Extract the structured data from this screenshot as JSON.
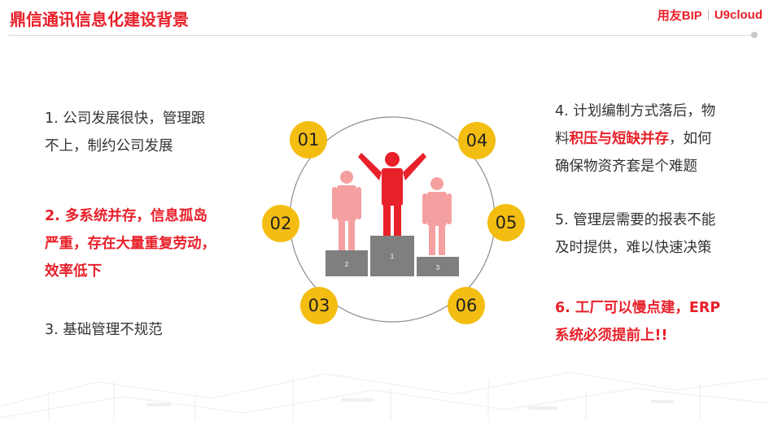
{
  "header": {
    "title": "鼎信通讯信息化建设背景",
    "logo": {
      "brand1": "用友BIP",
      "brand2": "U9cloud"
    }
  },
  "left_items": [
    {
      "lines": [
        "1. 公司发展很快，管理跟",
        "不上，制约公司发展"
      ]
    },
    {
      "lines": [
        "2. 多系统并存，信息孤岛",
        "严重，存在大量重复劳动，",
        "效率低下"
      ]
    },
    {
      "lines": [
        "3. 基础管理不规范"
      ]
    }
  ],
  "right_items": [
    {
      "line1": "4. 计划编制方式落后，物",
      "line2_pre": "料",
      "line2_highlight": "积压与短缺并存",
      "line2_post": "，如何",
      "line3": "确保物资齐套是个难题"
    },
    {
      "lines": [
        "5. 管理层需要的报表不能",
        "及时提供，难以快速决策"
      ]
    },
    {
      "lines": [
        "6. 工厂可以慢点建，ERP",
        "系统必须提前上!!"
      ]
    }
  ],
  "badges": [
    "01",
    "02",
    "03",
    "04",
    "05",
    "06"
  ],
  "podium": {
    "places": [
      "2",
      "1",
      "3"
    ]
  },
  "colors": {
    "accent": "#e8202a",
    "badge": "#f4bd12",
    "figure_winner": "#e8202a",
    "figure_other": "#f4a0a0",
    "podium": "#7f7f7f"
  }
}
